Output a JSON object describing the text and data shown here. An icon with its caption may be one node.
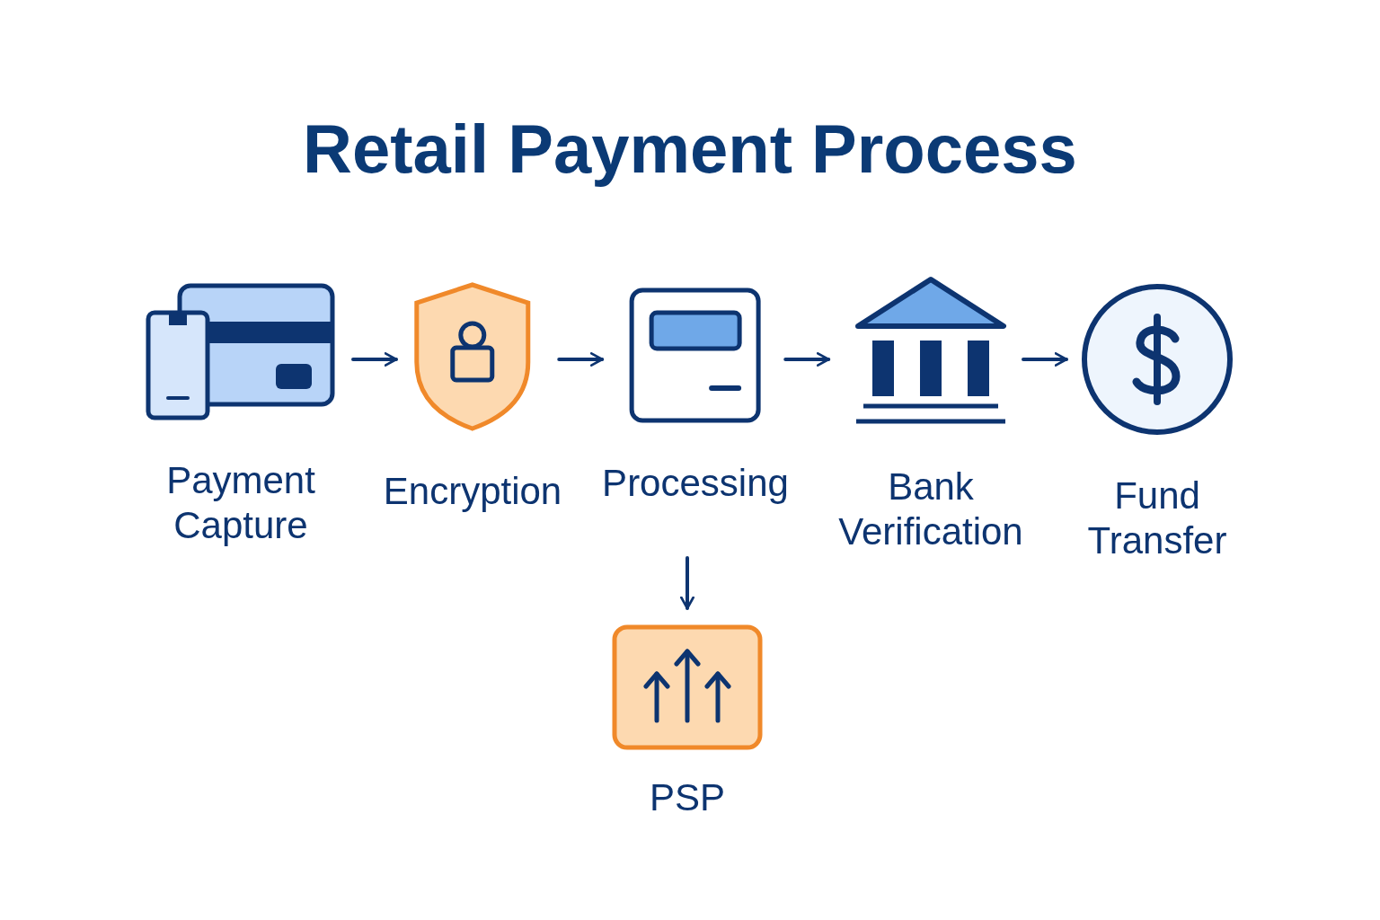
{
  "diagram": {
    "title": "Retail Payment Process",
    "nodes": [
      {
        "text": [
          "Payment Capture"
        ]
      },
      {
        "text": [
          "Encryption"
        ]
      },
      {
        "text": [
          "Processing"
        ]
      },
      {
        "text": [
          "Bank Verification"
        ]
      },
      {
        "text": [
          "Fund Transfer"
        ]
      },
      {
        "text": [
          "PSP"
        ]
      }
    ],
    "edges": [
      {
        "from": 0,
        "to": 1,
        "arrow": "to"
      },
      {
        "from": 1,
        "to": 2,
        "arrow": "to"
      },
      {
        "from": 2,
        "to": 3,
        "arrow": "to"
      },
      {
        "from": 3,
        "to": 4,
        "arrow": "to"
      },
      {
        "from": 2,
        "to": 5,
        "arrow": "to"
      }
    ]
  }
}
